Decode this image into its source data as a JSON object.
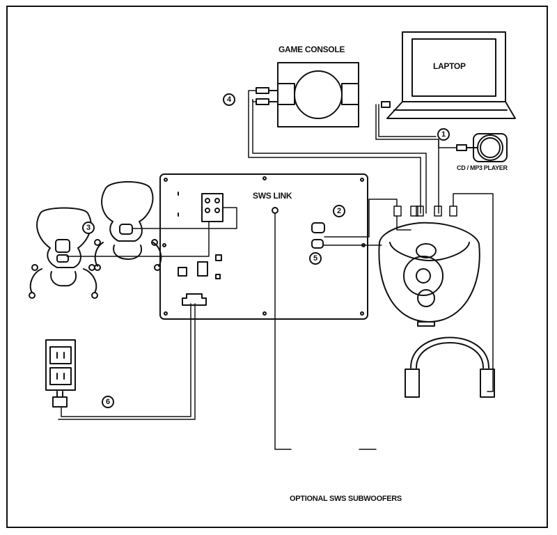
{
  "labels": {
    "game_console": "GAME CONSOLE",
    "laptop": "LAPTOP",
    "cd_mp3_player": "CD / MP3 PLAYER",
    "sws_link": "SWS LINK",
    "optional_subwoofers": "OPTIONAL SWS SUBWOOFERS"
  },
  "markers": [
    "1",
    "2",
    "3",
    "4",
    "5",
    "6"
  ],
  "colors": {
    "line": "#111111",
    "background": "#ffffff"
  }
}
